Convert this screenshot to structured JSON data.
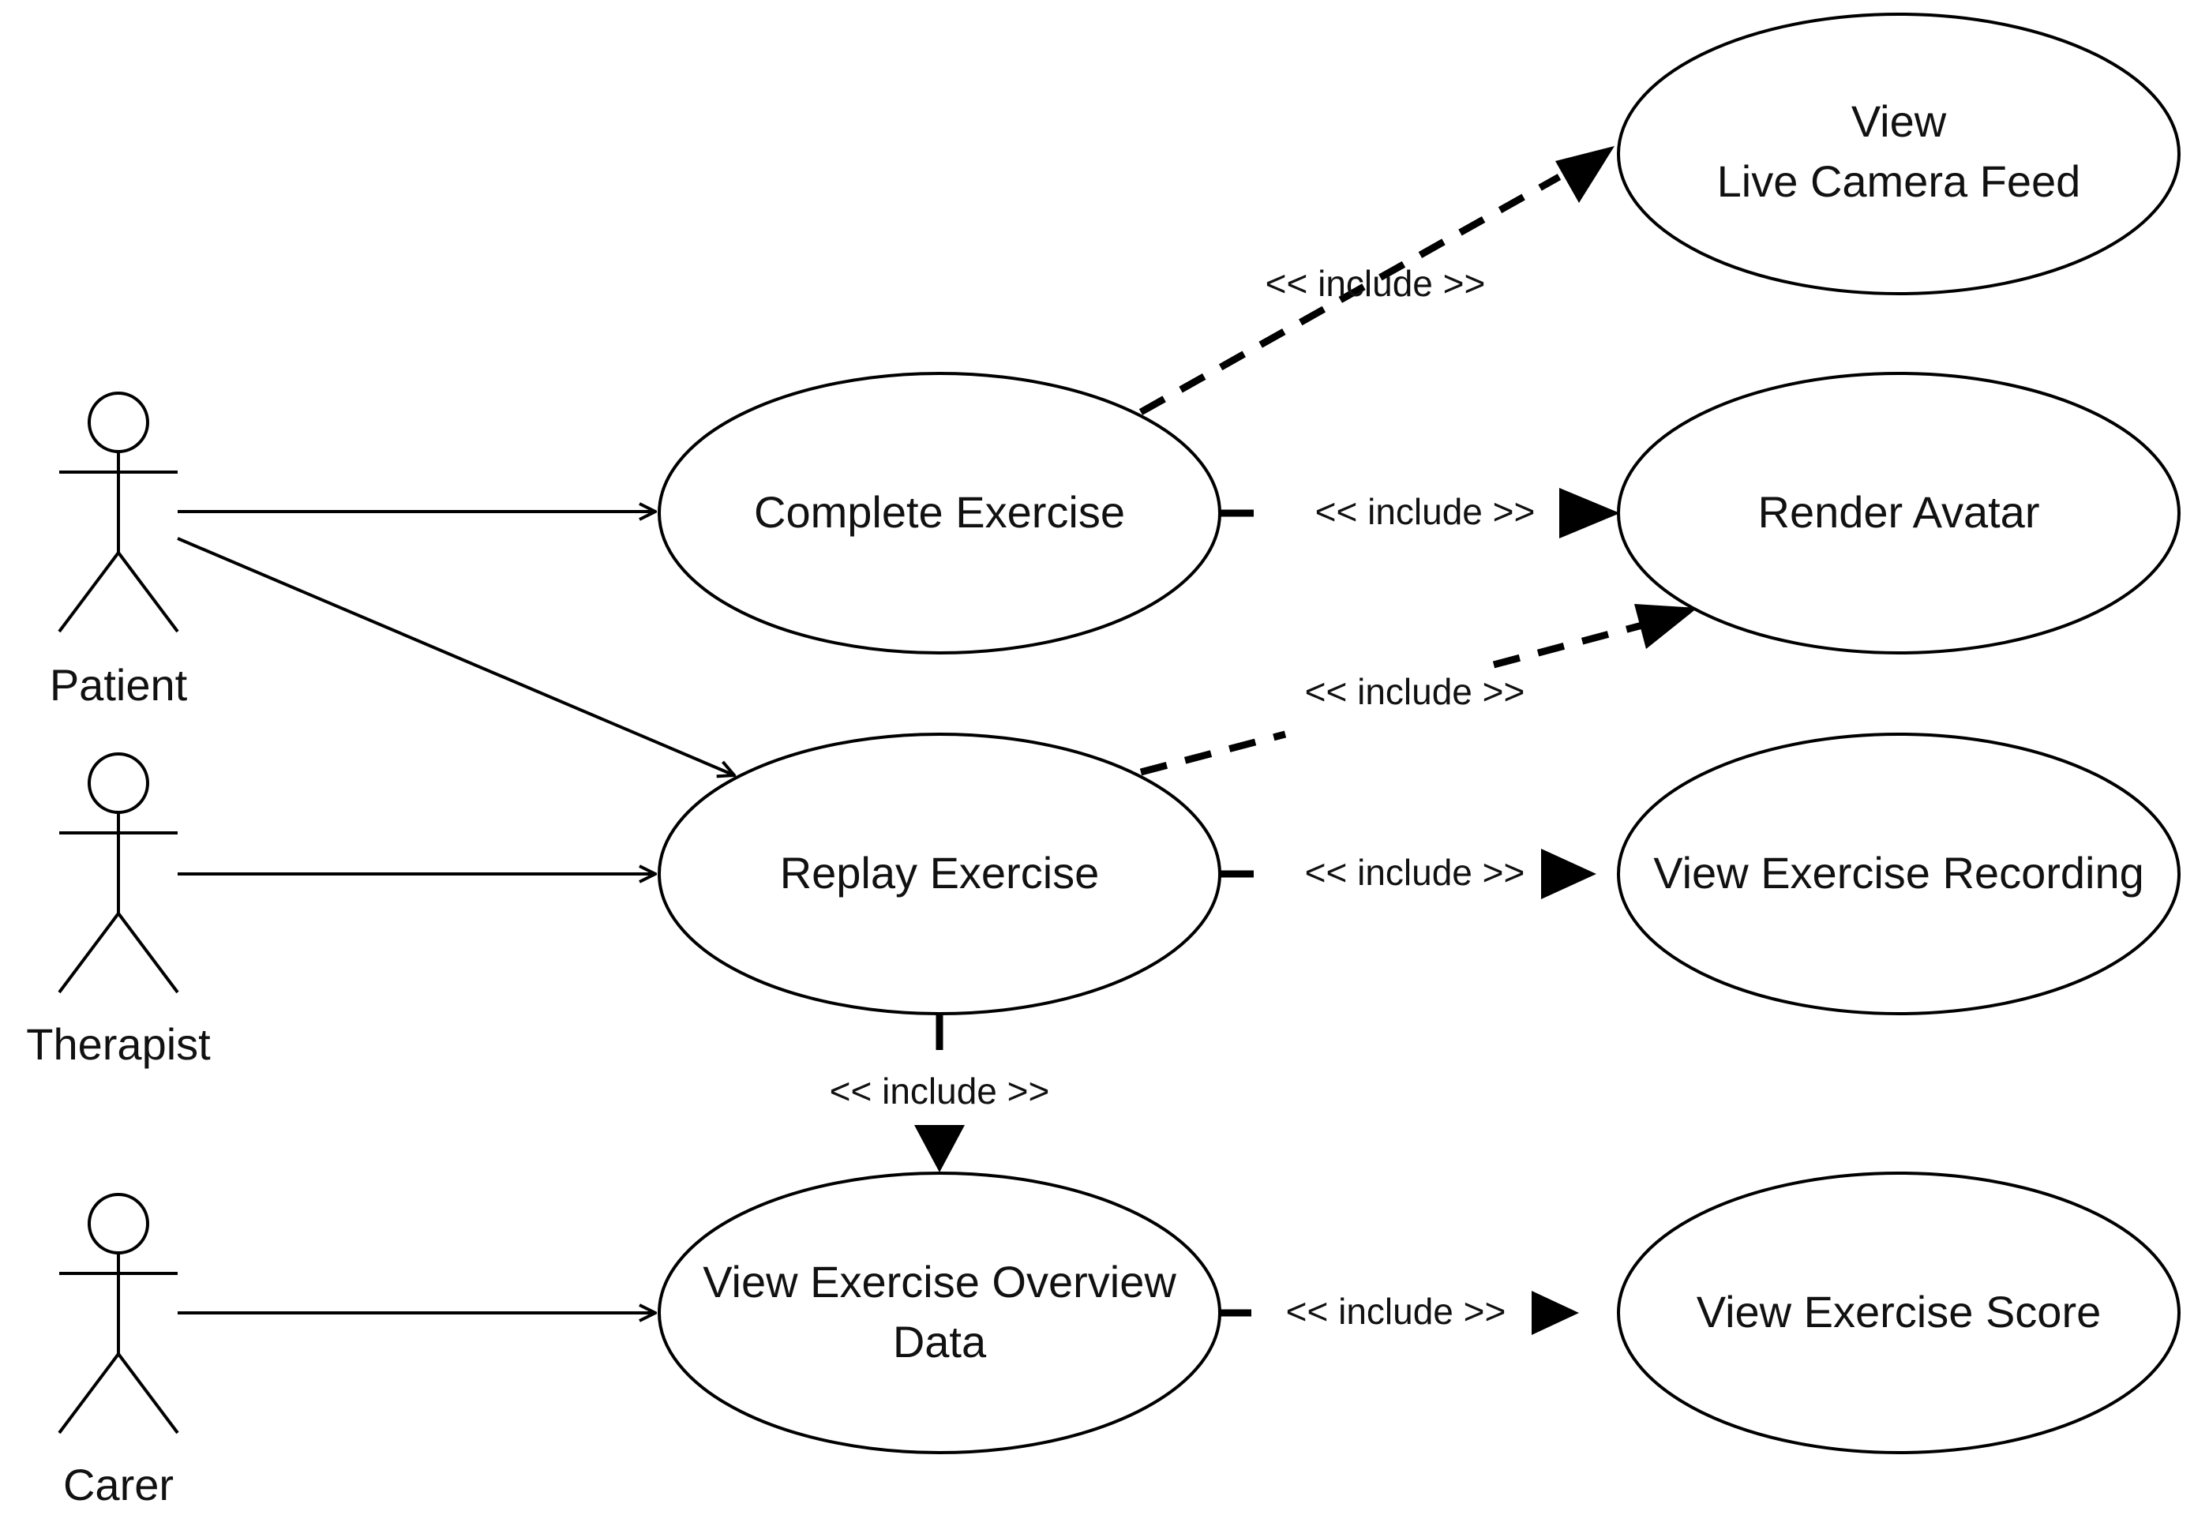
{
  "diagram": {
    "actors": [
      {
        "id": "patient",
        "label": "Patient"
      },
      {
        "id": "therapist",
        "label": "Therapist"
      },
      {
        "id": "carer",
        "label": "Carer"
      }
    ],
    "use_cases": [
      {
        "id": "complete",
        "lines": [
          "Complete Exercise"
        ]
      },
      {
        "id": "replay",
        "lines": [
          "Replay Exercise"
        ]
      },
      {
        "id": "overview",
        "lines": [
          "View Exercise Overview",
          "Data"
        ]
      },
      {
        "id": "camera",
        "lines": [
          "View",
          "Live Camera Feed"
        ]
      },
      {
        "id": "avatar",
        "lines": [
          "Render Avatar"
        ]
      },
      {
        "id": "recording",
        "lines": [
          "View Exercise Recording"
        ]
      },
      {
        "id": "score",
        "lines": [
          "View Exercise Score"
        ]
      }
    ],
    "associations": [
      {
        "from": "patient",
        "to": "complete"
      },
      {
        "from": "patient",
        "to": "replay"
      },
      {
        "from": "therapist",
        "to": "replay"
      },
      {
        "from": "carer",
        "to": "overview"
      }
    ],
    "includes": [
      {
        "from": "complete",
        "to": "camera",
        "label": "<< include >>"
      },
      {
        "from": "complete",
        "to": "avatar",
        "label": "<< include >>"
      },
      {
        "from": "replay",
        "to": "avatar",
        "label": "<< include >>"
      },
      {
        "from": "replay",
        "to": "recording",
        "label": "<< include >>"
      },
      {
        "from": "replay",
        "to": "overview",
        "label": "<< include >>"
      },
      {
        "from": "overview",
        "to": "score",
        "label": "<< include >>"
      }
    ]
  }
}
